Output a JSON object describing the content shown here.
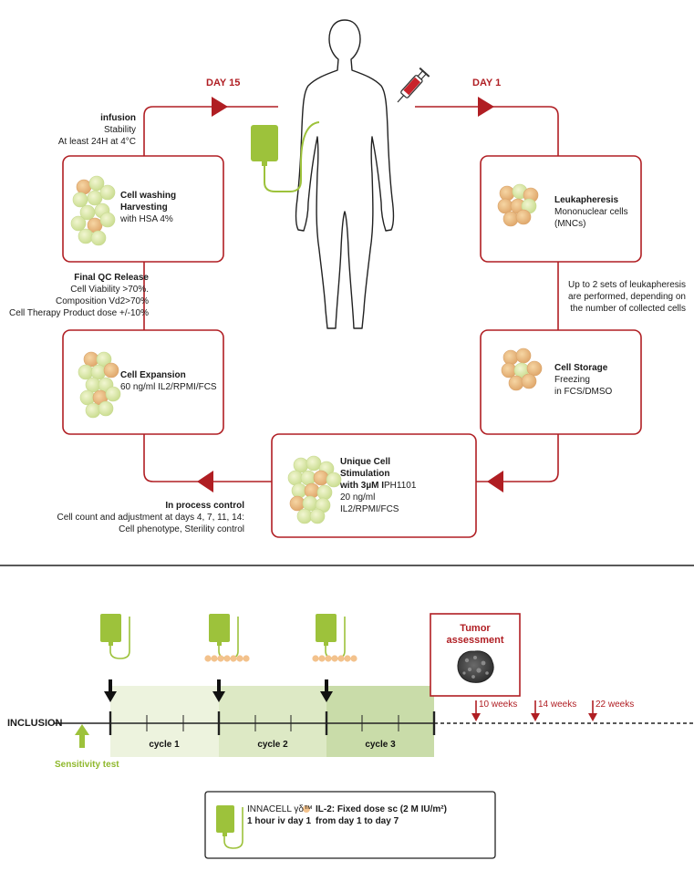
{
  "process": {
    "day15": "DAY 15",
    "day1": "DAY 1",
    "infusion": {
      "title": "infusion",
      "line1": "Stability",
      "line2": "At least 24H at 4°C"
    },
    "washing": {
      "title1": "Cell washing",
      "title2": "Harvesting",
      "detail": "with HSA 4%"
    },
    "qc": {
      "title": "Final QC Release",
      "line1": "Cell Viability >70%.",
      "line2": "Composition Vd2>70%",
      "line3": "Cell Therapy Product dose +/-10%"
    },
    "expansion": {
      "title": "Cell Expansion",
      "detail": "60 ng/ml IL2/RPMI/FCS"
    },
    "leukapheresis": {
      "title": "Leukapheresis",
      "line1": "Mononuclear cells",
      "line2": "(MNCs)"
    },
    "leuk_note": {
      "line1": "Up to 2 sets of leukapheresis",
      "line2": "are performed, depending on",
      "line3": "the number of collected cells"
    },
    "storage": {
      "title": "Cell Storage",
      "line1": "Freezing",
      "line2": "in FCS/DMSO"
    },
    "stimulation": {
      "title1": "Unique Cell",
      "title2": "Stimulation",
      "line1_bold": "with 3µM I",
      "line1_rest": "PH1101",
      "line2": "20 ng/ml",
      "line3": "IL2/RPMI/FCS"
    },
    "control": {
      "title": "In process control",
      "line1": "Cell count and adjustment at days 4, 7, 11, 14:",
      "line2": "Cell phenotype, Sterility  control"
    }
  },
  "timeline": {
    "inclusion": "INCLUSION",
    "sensitivity": "Sensitivity test",
    "cycles": [
      "cycle 1",
      "cycle 2",
      "cycle 3"
    ],
    "tumor_line1": "Tumor",
    "tumor_line2": "assessment",
    "weeks": [
      "10 weeks",
      "14 weeks",
      "22 weeks"
    ]
  },
  "legend": {
    "product_name": "INNACELL γδ™",
    "product_dose": "1 hour iv day 1",
    "il2_line1": "IL-2: Fixed dose sc (2 M IU/m²)",
    "il2_line2": "from day 1 to day 7"
  },
  "colors": {
    "accent_red": "#b01e23",
    "bag_green": "#9dc23b",
    "cycle1": "#edf3de",
    "cycle2": "#dde9c5",
    "cycle3": "#c9dca9",
    "il2_orange": "#f3c28c"
  }
}
